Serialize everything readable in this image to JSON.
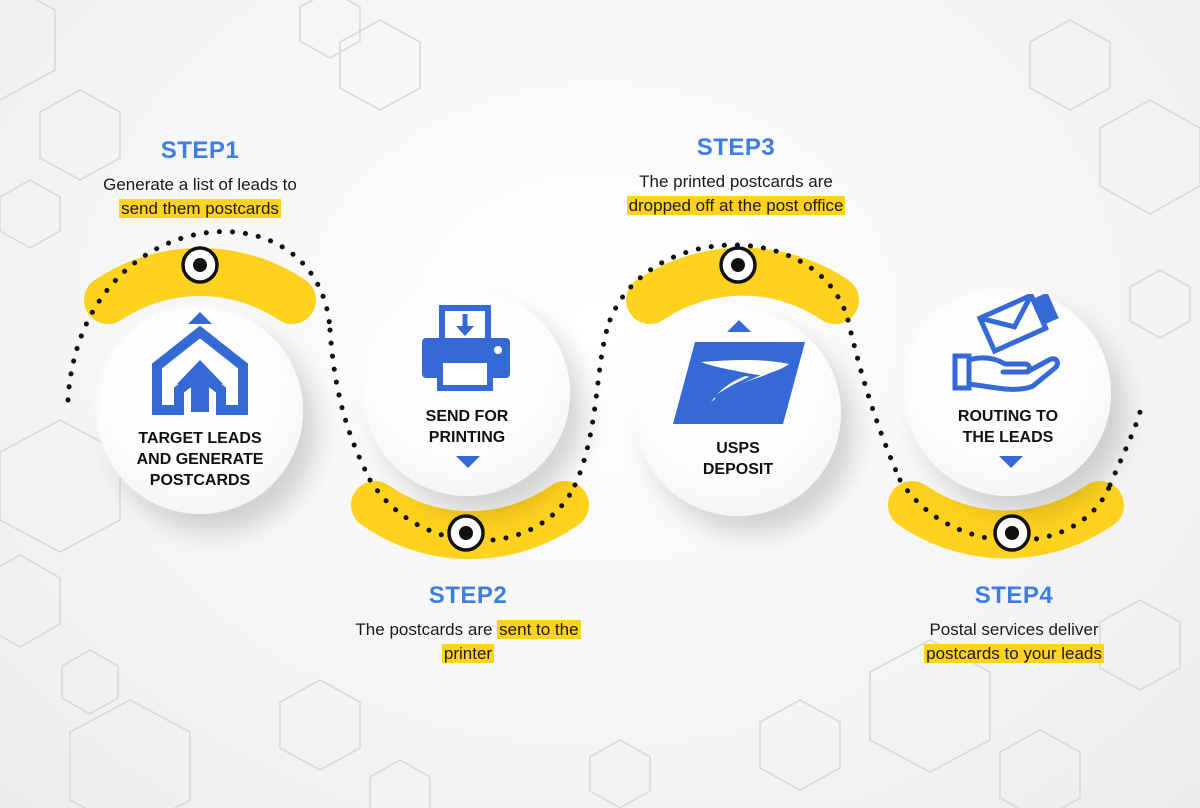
{
  "colors": {
    "accent_blue": "#3d7ee6",
    "icon_blue": "#3469d6",
    "yellow": "#ffd21f",
    "dark": "#111111"
  },
  "steps": [
    {
      "title": "STEP1",
      "desc_plain": "Generate a list of leads to",
      "desc_highlight": "send them postcards",
      "circle_label": "TARGET LEADS\nAND GENERATE\nPOSTCARDS",
      "icon": "house-arrow-icon"
    },
    {
      "title": "STEP2",
      "desc_plain": "The postcards are ",
      "desc_highlight": "sent to the",
      "desc_highlight2": "printer",
      "circle_label": "SEND FOR\nPRINTING",
      "icon": "printer-icon"
    },
    {
      "title": "STEP3",
      "desc_plain": "The printed postcards are",
      "desc_highlight": "dropped off at the post office",
      "circle_label": "USPS\nDEPOSIT",
      "icon": "usps-eagle-icon"
    },
    {
      "title": "STEP4",
      "desc_plain": "Postal services deliver",
      "desc_highlight": "postcards to your leads",
      "circle_label": "ROUTING TO\nTHE LEADS",
      "icon": "hand-envelope-icon"
    }
  ]
}
